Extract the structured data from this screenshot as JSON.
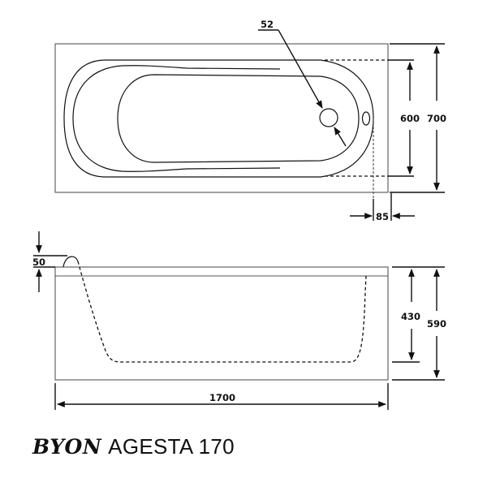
{
  "product": {
    "brand": "BYON",
    "model": "AGESTA 170"
  },
  "top_view": {
    "drain_label": "52",
    "inner_width_label": "600",
    "outer_width_label": "700",
    "overflow_offset_label": "85"
  },
  "side_view": {
    "rim_height_label": "50",
    "inner_depth_label": "430",
    "total_height_label": "590",
    "length_label": "1700"
  },
  "colors": {
    "line": "#111111",
    "outline": "#555555",
    "background": "#ffffff"
  }
}
